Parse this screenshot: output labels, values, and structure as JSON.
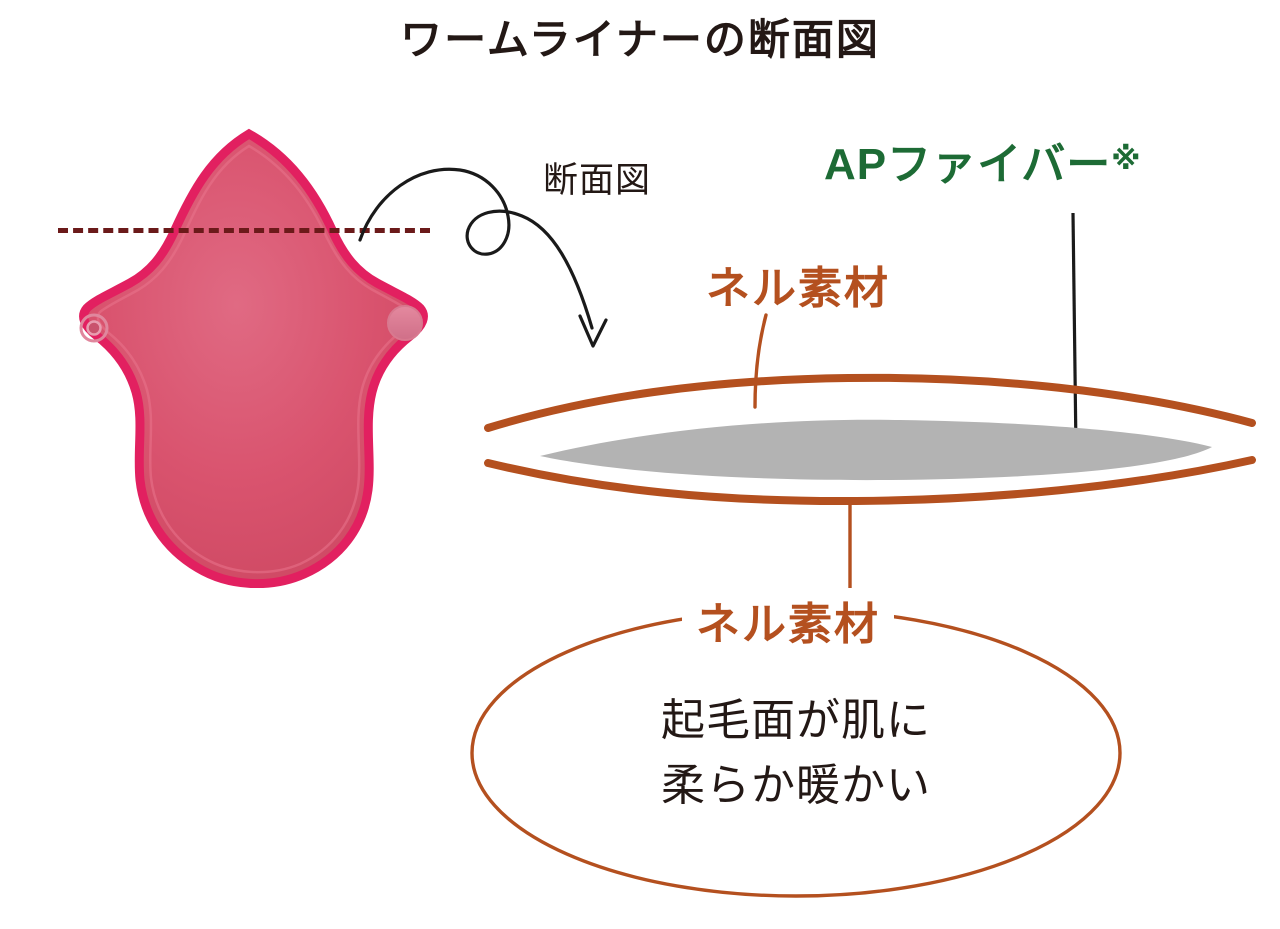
{
  "title": "ワームライナーの断面図",
  "colors": {
    "title_text": "#231815",
    "fiber_green": "#1d6b35",
    "nel_brown": "#b4501f",
    "cut_line_dark_red": "#6b1a1a",
    "pad_fill_pink": "#d9536e",
    "pad_border_pink": "#e22060",
    "core_gray": "#b3b3b3",
    "arrow_black": "#1a1a1a",
    "background": "#ffffff"
  },
  "product_photo": {
    "name": "cloth-liner-pad",
    "fill": "#d9536e",
    "border": "#e22060",
    "left_snap": "ring-snap",
    "right_snap": "disc-snap"
  },
  "annotations": {
    "cut_line": {
      "name": "cut-line",
      "style": "dashed",
      "color": "#6b1a1a"
    },
    "arrow": {
      "name": "looping-arrow",
      "label": "断面図"
    }
  },
  "labels": {
    "cross_section": "断面図",
    "ap_fiber": "APファイバー",
    "ap_fiber_mark": "※",
    "nel_top": "ネル素材",
    "nel_bottom": "ネル素材"
  },
  "callout": {
    "line1": "起毛面が肌に",
    "line2": "柔らか暖かい"
  },
  "cross_section": {
    "top_layer": "ネル素材",
    "core_layer": "APファイバー",
    "bottom_layer": "ネル素材"
  }
}
